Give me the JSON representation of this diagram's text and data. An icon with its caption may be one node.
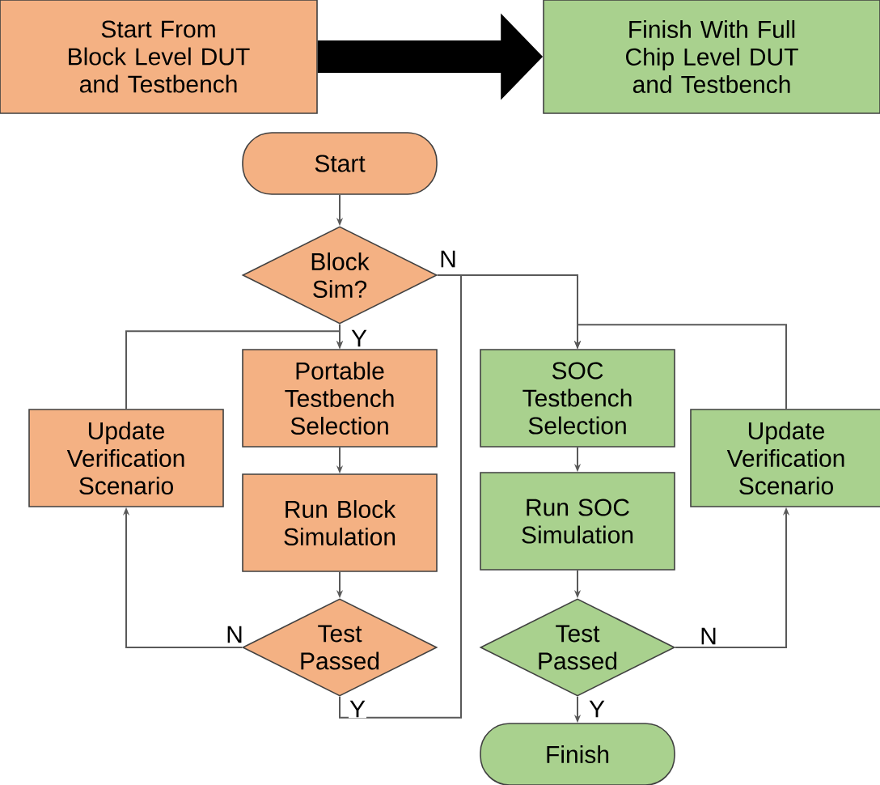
{
  "diagram": {
    "nodes": [
      {
        "text": [
          "Start From Block Level DUT and Testbench"
        ]
      },
      {
        "text": [
          "Finish With Full Chip Level DUT and Testbench"
        ]
      },
      {
        "text": [
          "Start"
        ]
      },
      {
        "text": [
          "Block Sim?"
        ]
      },
      {
        "text": [
          "Portable Testbench Selection"
        ]
      },
      {
        "text": [
          "Run Block Simulation"
        ]
      },
      {
        "text": [
          "Test Passed"
        ]
      },
      {
        "text": [
          "Update Verification Scenario"
        ]
      },
      {
        "text": [
          "SOC Testbench Selection"
        ]
      },
      {
        "text": [
          "Run SOC Simulation"
        ]
      },
      {
        "text": [
          "Test Passed"
        ]
      },
      {
        "text": [
          "Update Verification Scenario"
        ]
      },
      {
        "text": [
          "Finish"
        ]
      }
    ],
    "edges": [
      {
        "from": 0,
        "to": 1,
        "arrow": "to",
        "style": "thick",
        "color": "#000000"
      },
      {
        "from": 2,
        "to": 3,
        "arrow": "to"
      },
      {
        "from": 3,
        "to": 4,
        "arrow": "to",
        "label": "Y"
      },
      {
        "from": 3,
        "to": 8,
        "arrow": "to",
        "label": "N"
      },
      {
        "from": 4,
        "to": 5,
        "arrow": "to"
      },
      {
        "from": 5,
        "to": 6,
        "arrow": "to"
      },
      {
        "from": 6,
        "to": 7,
        "arrow": "to",
        "label": "N"
      },
      {
        "from": 7,
        "to": 4,
        "arrow": "to"
      },
      {
        "from": 6,
        "to": 8,
        "arrow": "to",
        "label": "Y"
      },
      {
        "from": 8,
        "to": 9,
        "arrow": "to"
      },
      {
        "from": 9,
        "to": 10,
        "arrow": "to"
      },
      {
        "from": 10,
        "to": 11,
        "arrow": "to",
        "label": "N"
      },
      {
        "from": 11,
        "to": 8,
        "arrow": "to"
      },
      {
        "from": 10,
        "to": 12,
        "arrow": "to",
        "label": "Y"
      }
    ]
  }
}
